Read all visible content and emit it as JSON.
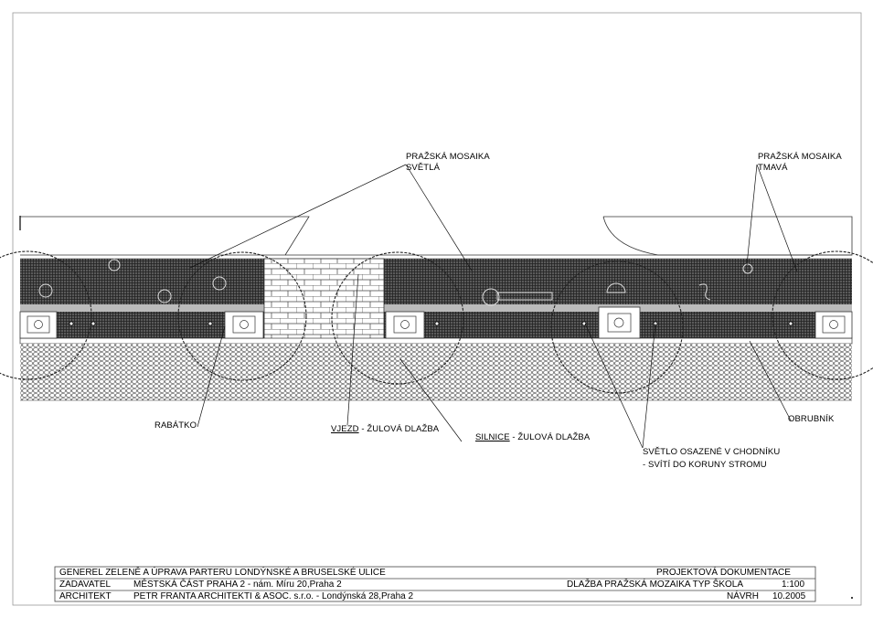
{
  "labels": {
    "mosaika_svetla_1": "PRAŽSKÁ MOSAIKA",
    "mosaika_svetla_2": "SVĚTLÁ",
    "mosaika_tmava_1": "PRAŽSKÁ MOSAIKA",
    "mosaika_tmava_2": "TMAVÁ",
    "rabatko": "RABÁTKO",
    "vjezd_a": "VJEZD",
    "vjezd_b": " - ŽULOVÁ DLAŽBA",
    "silnice_a": "SILNICE",
    "silnice_b": " - ŽULOVÁ DLAŽBA",
    "obrubnik": "OBRUBNÍK",
    "svetlo_1": "SVĚTLO OSAZENÉ V CHODNÍKU",
    "svetlo_2": "- SVÍTÍ DO KORUNY STROMU"
  },
  "title_block": {
    "project": "GENEREL ZELENĚ A ÚPRAVA PARTERU LONDÝNSKÉ A BRUSELSKÉ ULICE",
    "doc_type": "PROJEKTOVÁ DOKUMENTACE",
    "client_label": "ZADAVATEL",
    "client": "MĚSTSKÁ ČÁST PRAHA 2 - nám. Míru 20,Praha 2",
    "drawing": "DLAŽBA PRAŽSKÁ MOZAIKA TYP ŠKOLA",
    "scale": "1:100",
    "architect_label": "ARCHITEKT",
    "architect": "PETR FRANTA ARCHITEKTI & ASOC. s.r.o. -  Londýnská 28,Praha 2",
    "stage": "NÁVRH",
    "date": "10.2005"
  }
}
